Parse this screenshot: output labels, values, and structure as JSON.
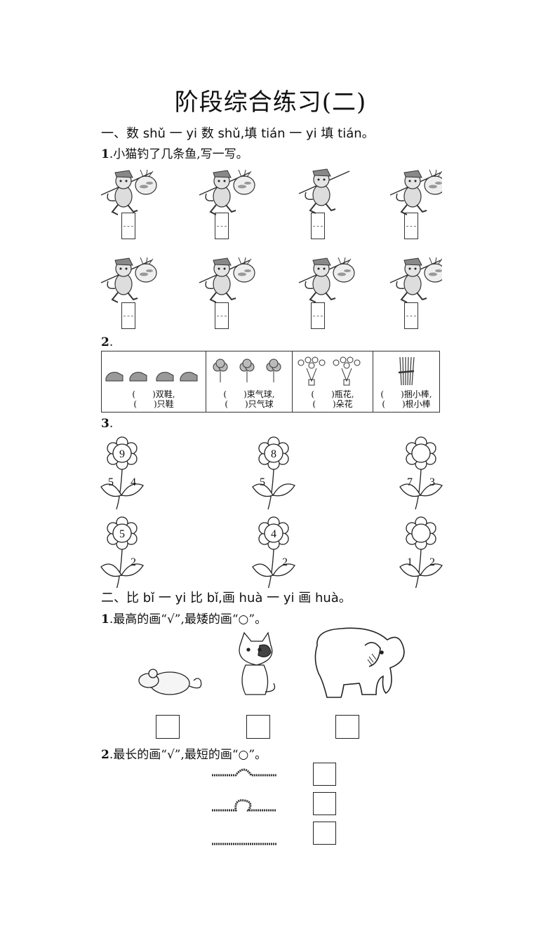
{
  "title": "阶段综合练习(二)",
  "section1": {
    "heading": "一、数 shǔ 一 yi 数 shǔ,填 tián 一 yi 填 tián。",
    "q1": {
      "num": "1",
      "text": ".小猫钓了几条鱼,写一写。"
    },
    "q2": {
      "num": "2",
      "num_suffix": ".",
      "cells": [
        {
          "line1": "(　　)双鞋,",
          "line2": "(　　)只鞋"
        },
        {
          "line1": "(　　)束气球,",
          "line2": "(　　)只气球"
        },
        {
          "line1": "(　　)瓶花,",
          "line2": "(　　)朵花"
        },
        {
          "line1": "(　　)捆小棒,",
          "line2": "(　　)根小棒"
        }
      ]
    },
    "q3": {
      "num": "3",
      "num_suffix": ".",
      "flowers": [
        {
          "top": "9",
          "left": "5",
          "right": "4"
        },
        {
          "top": "8",
          "left": "5",
          "right": ""
        },
        {
          "top": "",
          "left": "7",
          "right": "3"
        },
        {
          "top": "5",
          "left": "",
          "right": "2"
        },
        {
          "top": "4",
          "left": "",
          "right": "2"
        },
        {
          "top": "",
          "left": "1",
          "right": "2"
        }
      ]
    }
  },
  "section2": {
    "heading": "二、比 bǐ 一 yi 比 bǐ,画 huà 一 yi 画 huà。",
    "q1": {
      "num": "1",
      "text": ".最高的画“√”,最矮的画“○”。"
    },
    "q2": {
      "num": "2",
      "text": ".最长的画“√”,最短的画“○”。"
    }
  }
}
